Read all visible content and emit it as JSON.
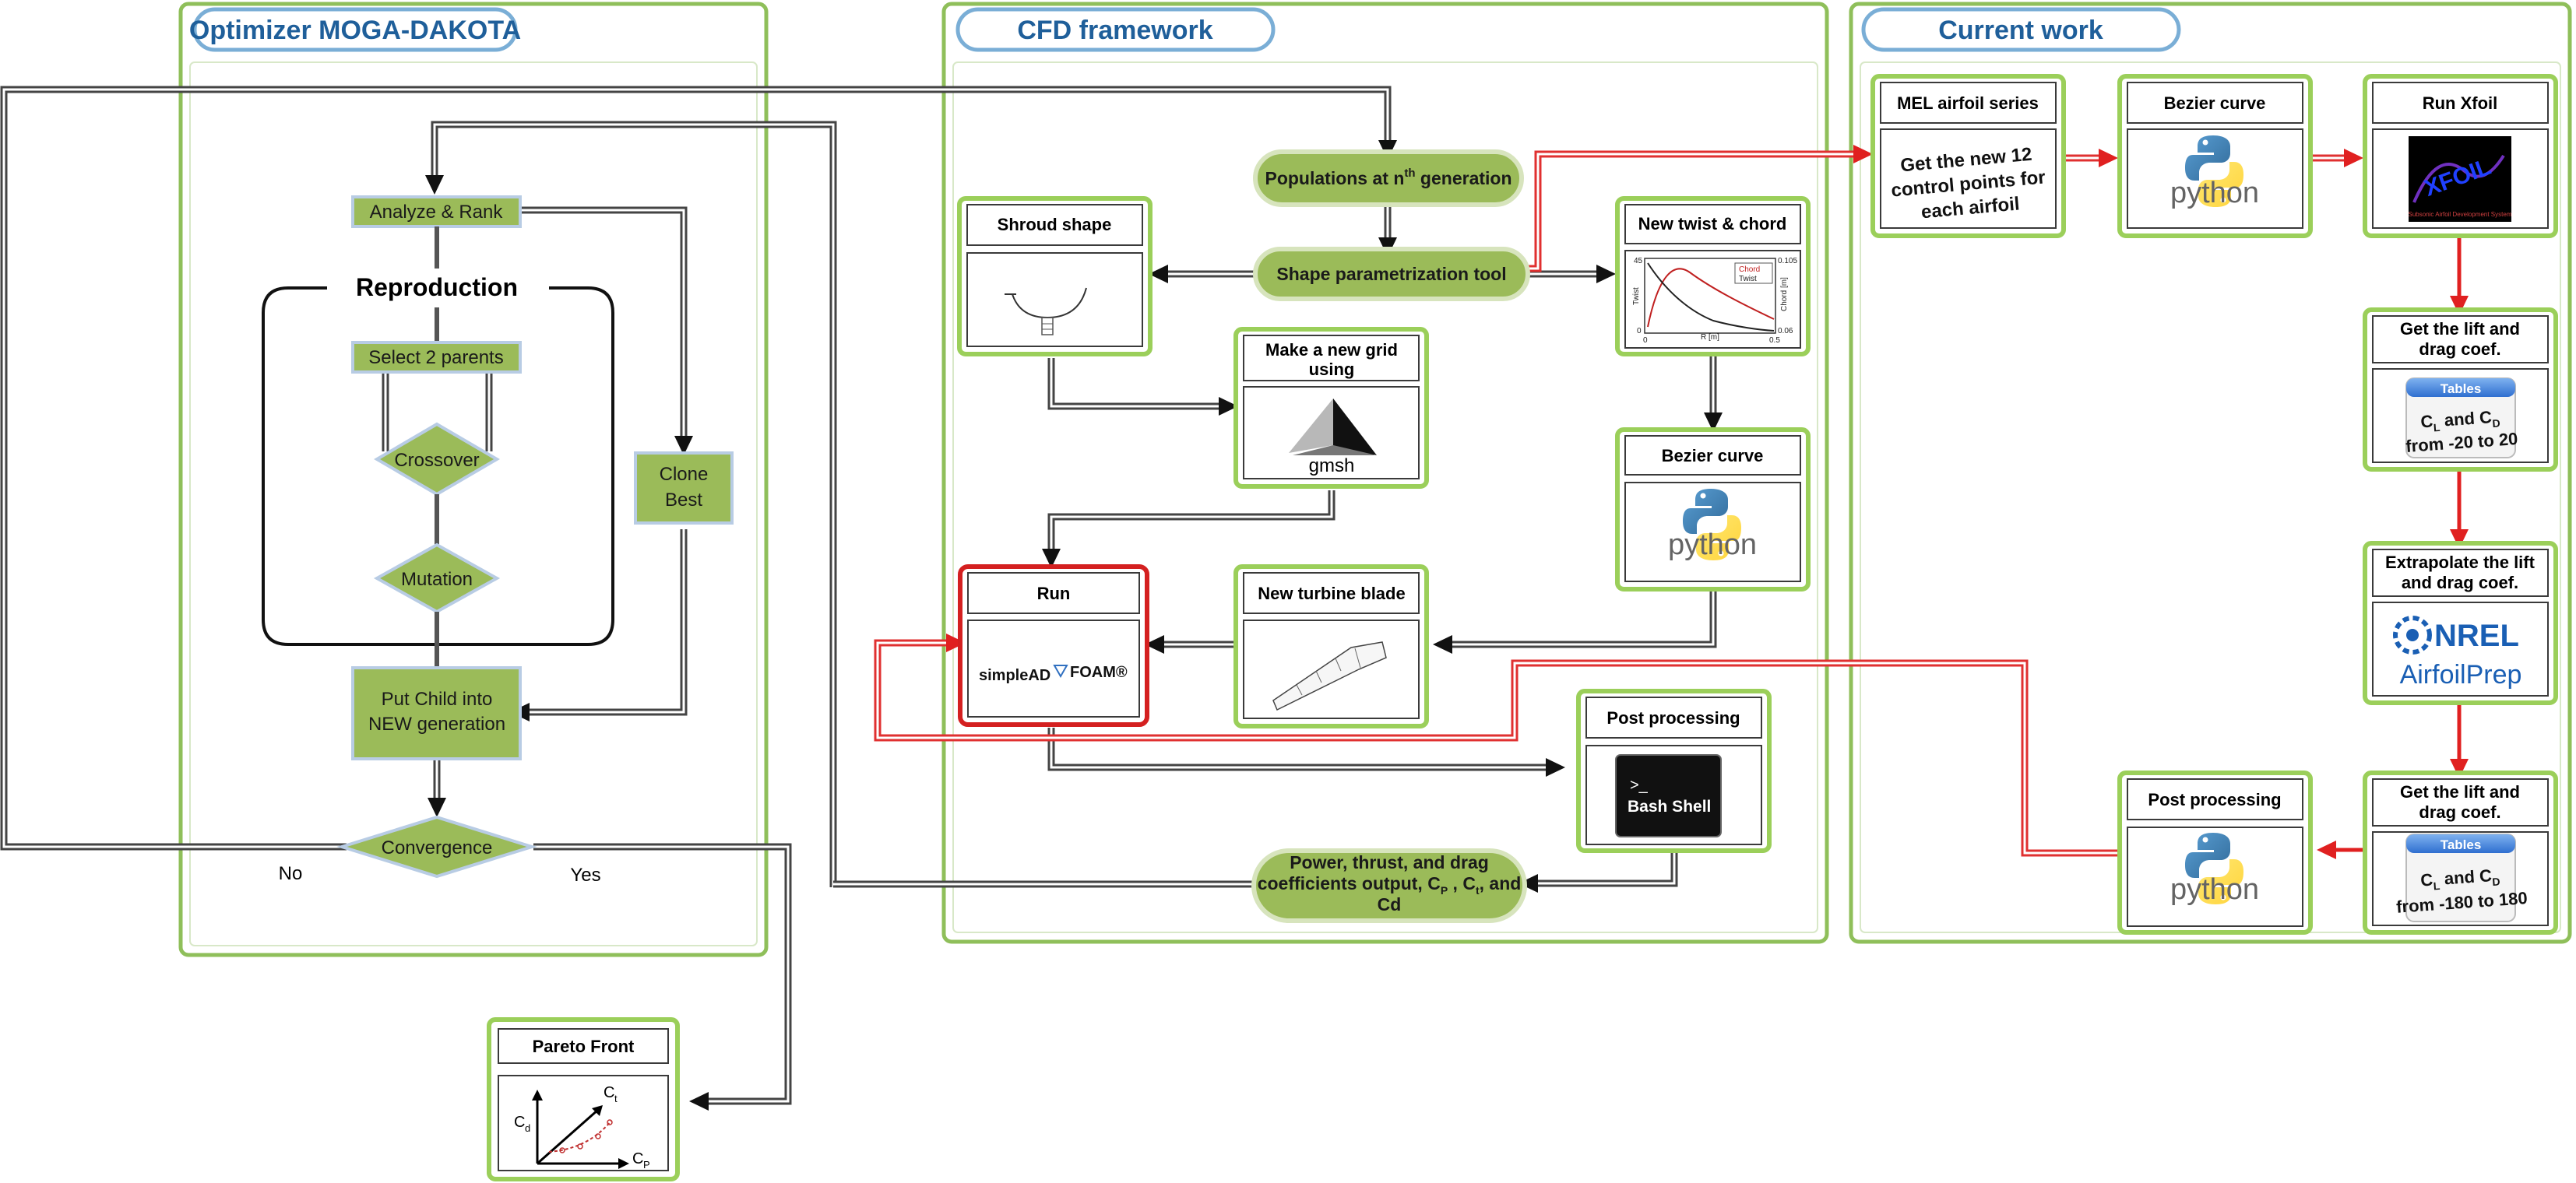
{
  "panels": {
    "optimizer": {
      "title": "Optimizer MOGA-DAKOTA"
    },
    "cfd": {
      "title": "CFD framework"
    },
    "current": {
      "title": "Current work"
    }
  },
  "optimizer": {
    "analyze_rank": "Analyze & Rank",
    "reproduction": "Reproduction",
    "select_parents": "Select 2  parents",
    "crossover": "Crossover",
    "mutation": "Mutation",
    "clone_best": [
      "Clone",
      "Best"
    ],
    "put_child": [
      "Put Child into",
      "NEW generation"
    ],
    "convergence": "Convergence",
    "no_label": "No",
    "yes_label": "Yes"
  },
  "cfd": {
    "populations": "Populations at n",
    "populations_sup": "th",
    "populations_tail": " generation",
    "shape_tool": "Shape parametrization tool",
    "shroud_shape": "Shroud shape",
    "new_twist_chord": "New twist & chord",
    "make_grid": [
      "Make a new grid",
      "using"
    ],
    "gmsh_label": "gmsh",
    "bezier_curve": "Bezier curve",
    "run": "Run",
    "run_logo": "simpleAD",
    "run_logo_tail": "FOAM®",
    "new_turbine_blade": "New turbine blade",
    "post_processing": "Post processing",
    "bash_prompt": ">_",
    "bash_label": "Bash Shell",
    "outputs_line1": "Power, thrust, and drag",
    "outputs_line2a": "coefficients output, C",
    "outputs_sub_p": "P",
    "outputs_mid": " , C",
    "outputs_sub_t": "t",
    "outputs_tail": ", and",
    "outputs_line3": "Cd",
    "twist_chart": {
      "y_left_ticks": [
        "45",
        "0"
      ],
      "y_right_ticks": [
        "0.105",
        "0.06"
      ],
      "x_ticks": [
        "0",
        "0.5"
      ],
      "xlabel": "R [m]",
      "ylabel_left": "Twist",
      "ylabel_right": "Chord [m]",
      "legend": [
        "Chord",
        "Twist"
      ]
    }
  },
  "pareto": {
    "title": "Pareto Front",
    "axis_y": "C",
    "axis_y_sub": "d",
    "axis_x": "C",
    "axis_x_sub": "P",
    "axis_diag": "C",
    "axis_diag_sub": "t"
  },
  "current": {
    "mel_title": "MEL airfoil series",
    "mel_body": [
      "Get the new 12",
      "control points for",
      "each airfoil"
    ],
    "bezier_title": "Bezier curve",
    "xfoil_title": "Run Xfoil",
    "xfoil_logo": "XFOIL",
    "xfoil_caption": "Subsonic Airfoil Development System",
    "lift1_title": [
      "Get the lift and",
      "drag coef."
    ],
    "tables_label": "Tables",
    "lift1_body_a": "C",
    "lift1_body_sub_l": "L",
    "lift1_body_mid": " and C",
    "lift1_body_sub_d": "D",
    "lift1_body_range": "from -20 to 20",
    "extrap_title": [
      "Extrapolate the lift",
      "and drag coef."
    ],
    "nrel_label": "NREL",
    "airfoilprep_label": "AirfoilPrep",
    "lift2_title": [
      "Get the lift and",
      "drag coef."
    ],
    "lift2_body_range": "from -180 to 180",
    "post_title": "Post processing",
    "python_label": "python"
  },
  "colors": {
    "node_green": "#9bbb59",
    "card_border_green": "#9bcf5a",
    "panel_border": "#8fbf5a",
    "title_blue": "#1f5f9a",
    "arrow_red": "#e02020",
    "run_border_red": "#d42020"
  }
}
